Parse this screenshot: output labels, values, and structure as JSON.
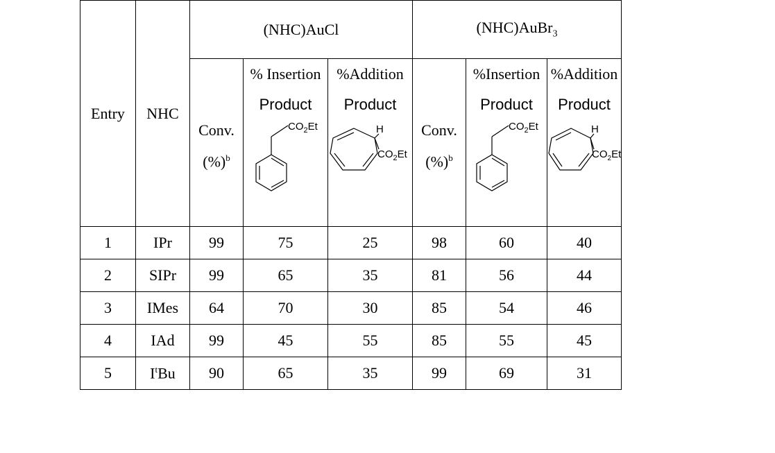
{
  "headers": {
    "entry": "Entry",
    "nhc": "NHC",
    "group1": {
      "main": "(NHC)AuCl",
      "sub": ""
    },
    "group2": {
      "main": "(NHC)AuBr",
      "sub": "3"
    },
    "conv": {
      "line1": "Conv.",
      "line2": "(%)",
      "sup": "b"
    },
    "insertion1": {
      "line1": "% Insertion",
      "line2": "Product"
    },
    "addition1": {
      "line1": "%Addition",
      "line2": "Product"
    },
    "insertion2": {
      "line1": "%Insertion",
      "line2": "Product"
    },
    "addition2": {
      "line1": "%Addition",
      "line2": "Product"
    }
  },
  "structures": {
    "ester_label": "CO",
    "ester_sub": "2",
    "ester_tail": "Et",
    "h_label": "H"
  },
  "rows": [
    {
      "entry": "1",
      "nhc": "IPr",
      "nhc_sup": "",
      "nhc_tail": "",
      "c1": "99",
      "i1": "75",
      "a1": "25",
      "c2": "98",
      "i2": "60",
      "a2": "40"
    },
    {
      "entry": "2",
      "nhc": "SIPr",
      "nhc_sup": "",
      "nhc_tail": "",
      "c1": "99",
      "i1": "65",
      "a1": "35",
      "c2": "81",
      "i2": "56",
      "a2": "44"
    },
    {
      "entry": "3",
      "nhc": "IMes",
      "nhc_sup": "",
      "nhc_tail": "",
      "c1": "64",
      "i1": "70",
      "a1": "30",
      "c2": "85",
      "i2": "54",
      "a2": "46"
    },
    {
      "entry": "4",
      "nhc": "IAd",
      "nhc_sup": "",
      "nhc_tail": "",
      "c1": "99",
      "i1": "45",
      "a1": "55",
      "c2": "85",
      "i2": "55",
      "a2": "45"
    },
    {
      "entry": "5",
      "nhc": "I",
      "nhc_sup": "t",
      "nhc_tail": "Bu",
      "c1": "90",
      "i1": "65",
      "a1": "35",
      "c2": "99",
      "i2": "69",
      "a2": "31"
    }
  ]
}
